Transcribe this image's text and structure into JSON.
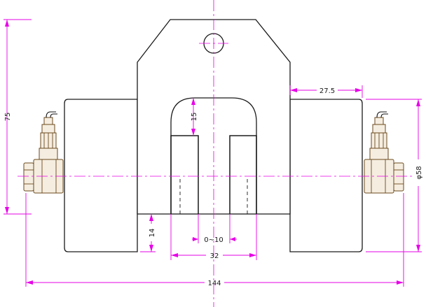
{
  "dimensions": {
    "overall_height": "75",
    "offset_right": "27.5",
    "slot_depth": "15",
    "diameter": "φ58",
    "foot_height": "14",
    "adjust_range": "0~10",
    "inner_width": "32",
    "overall_width": "144"
  },
  "colors": {
    "outline": "#1a1a1a",
    "dimension": "#e600e6",
    "fitting": "#6b4a1e"
  }
}
